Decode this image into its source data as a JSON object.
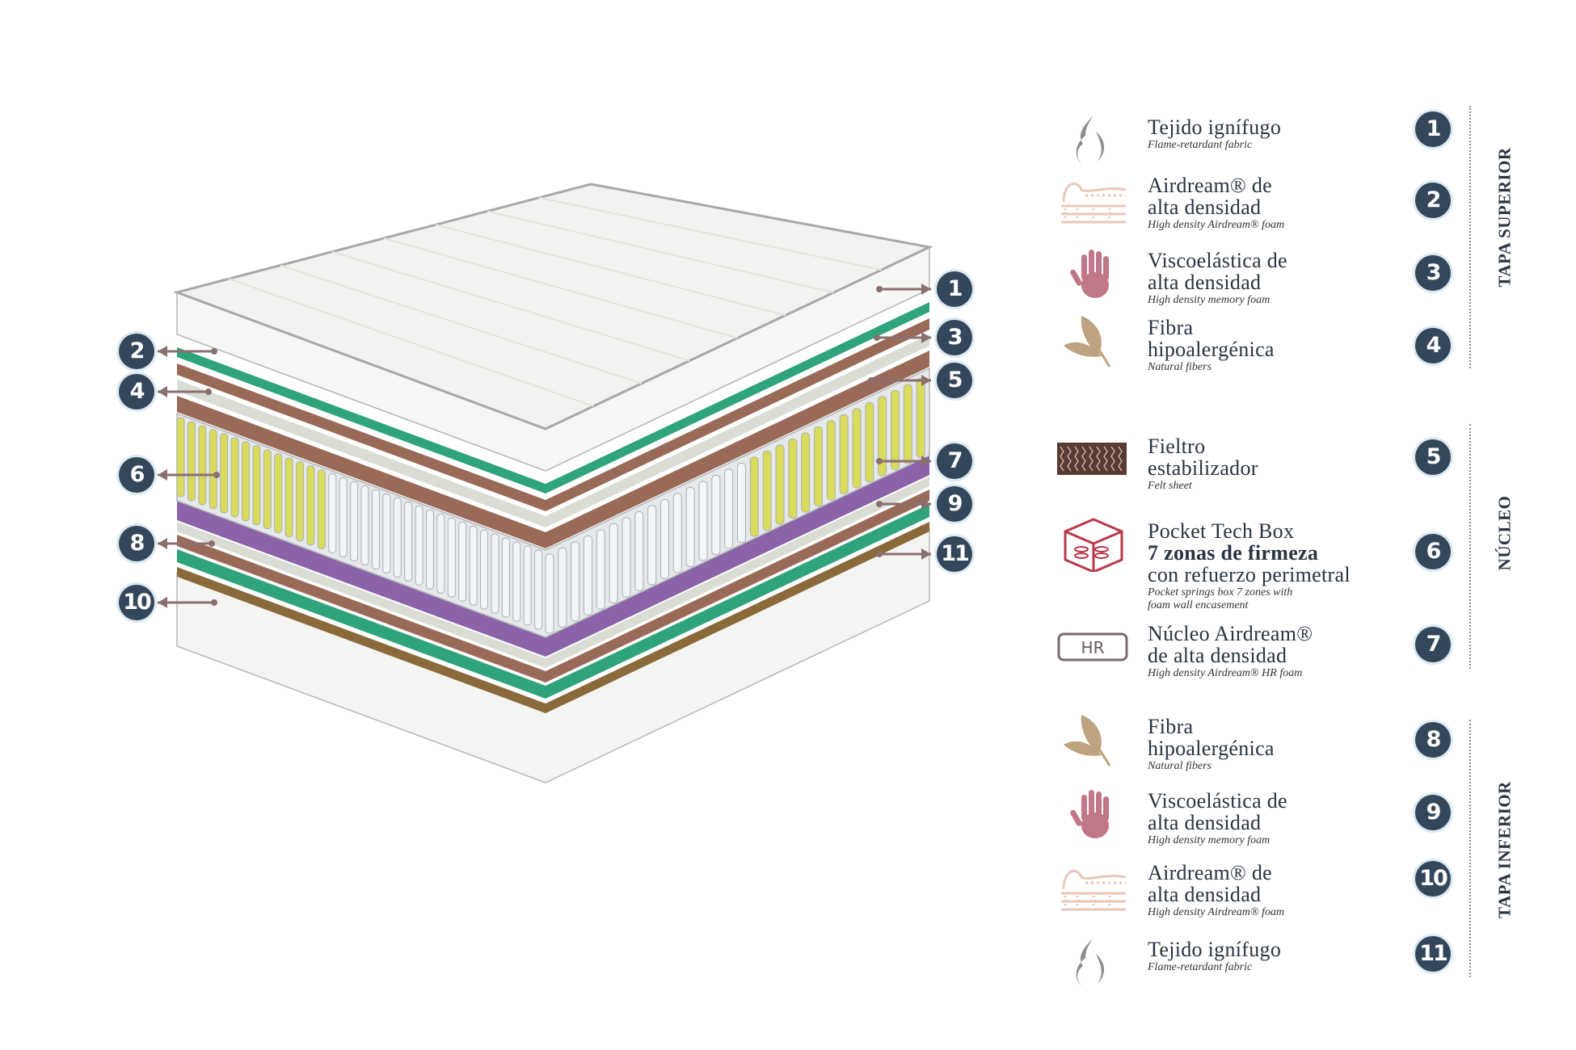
{
  "colors": {
    "badge": "#34465a",
    "green": "#2fa37a",
    "brown": "#9a6a58",
    "light": "#d9ddd3",
    "yellow": "#d9db5a",
    "purple": "#8b63a8",
    "cover": "#f2f2f0"
  },
  "callouts_left": [
    "2",
    "4",
    "6",
    "8",
    "10"
  ],
  "callouts_right": [
    "1",
    "3",
    "5",
    "7",
    "9",
    "11"
  ],
  "groups": [
    {
      "label": "TAPA SUPERIOR"
    },
    {
      "label": "NÚCLEO"
    },
    {
      "label": "TAPA INFERIOR"
    }
  ],
  "items": [
    {
      "num": "1",
      "icon": "flame-icon",
      "lines": [
        "Tejido ignífugo"
      ],
      "sub": [
        "Flame-retardant fabric"
      ]
    },
    {
      "num": "2",
      "icon": "foam-icon",
      "lines": [
        "Airdream® de",
        "alta densidad"
      ],
      "sub": [
        "High density Airdream® foam"
      ]
    },
    {
      "num": "3",
      "icon": "hand-icon",
      "lines": [
        "Viscoelástica de",
        "alta densidad"
      ],
      "sub": [
        "High density memory foam"
      ]
    },
    {
      "num": "4",
      "icon": "leaf-icon",
      "lines": [
        "Fibra",
        "hipoalergénica"
      ],
      "sub": [
        "Natural fibers"
      ]
    },
    {
      "num": "5",
      "icon": "felt-icon",
      "lines": [
        "Fieltro",
        "estabilizador"
      ],
      "sub": [
        "Felt sheet"
      ]
    },
    {
      "num": "6",
      "icon": "spring-box-icon",
      "lines": [
        "Pocket Tech Box",
        "7 zonas de firmeza",
        "con refuerzo perimetral"
      ],
      "sub": [
        "Pocket springs box 7 zones with",
        "foam wall encasement"
      ]
    },
    {
      "num": "7",
      "icon": "hr-icon",
      "icon_text": "HR",
      "lines": [
        "Núcleo Airdream®",
        "de alta densidad"
      ],
      "sub": [
        "High density Airdream® HR foam"
      ]
    },
    {
      "num": "8",
      "icon": "leaf-icon",
      "lines": [
        "Fibra",
        "hipoalergénica"
      ],
      "sub": [
        "Natural fibers"
      ]
    },
    {
      "num": "9",
      "icon": "hand-icon",
      "lines": [
        "Viscoelástica de",
        "alta densidad"
      ],
      "sub": [
        "High density memory foam"
      ]
    },
    {
      "num": "10",
      "icon": "foam-icon",
      "lines": [
        "Airdream® de",
        "alta densidad"
      ],
      "sub": [
        "High density Airdream® foam"
      ]
    },
    {
      "num": "11",
      "icon": "flame-icon",
      "lines": [
        "Tejido ignífugo"
      ],
      "sub": [
        "Flame-retardant fabric"
      ]
    }
  ]
}
